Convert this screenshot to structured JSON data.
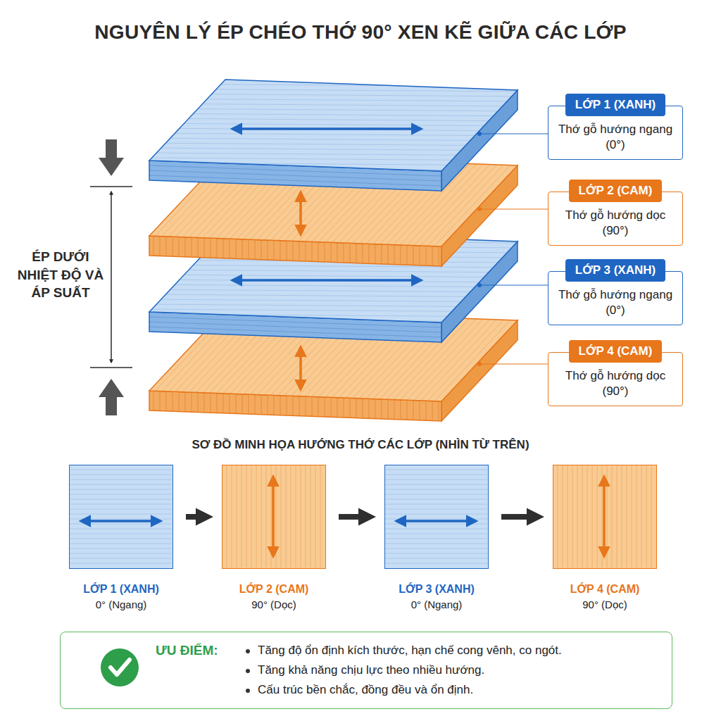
{
  "diagram": {
    "title": "NGUYÊN LÝ ÉP CHÉO THỚ 90° XEN KẼ GIỮA CÁC LỚP",
    "nodes": [
      {
        "text": [
          "LỚP 1 (XANH)",
          "Thớ gỗ hướng ngang (0°)"
        ]
      },
      {
        "text": [
          "LỚP 2 (CAM)",
          "Thớ gỗ hướng dọc (90°)"
        ]
      },
      {
        "text": [
          "LỚP 3 (XANH)",
          "Thớ gỗ hướng ngang (0°)"
        ]
      },
      {
        "text": [
          "LỚP 4 (CAM)",
          "Thớ gỗ hướng dọc (90°)"
        ]
      },
      {
        "text": [
          "LỚP 1 (XANH)",
          "0° (Ngang)"
        ]
      },
      {
        "text": [
          "LỚP 2 (CAM)",
          "90° (Dọc)"
        ]
      },
      {
        "text": [
          "LỚP 3 (XANH)",
          "0° (Ngang)"
        ]
      },
      {
        "text": [
          "LỚP 4 (CAM)",
          "90° (Dọc)"
        ]
      },
      {
        "text": [
          "ƯU ĐIỂM:",
          "Tăng độ ổn định kích thước, hạn chế cong vênh, co ngót.",
          "Tăng khả năng chịu lực theo nhiều hướng.",
          "Cấu trúc bền chắc, đồng đều và ổn định."
        ]
      }
    ],
    "edges": [
      {
        "from": 4,
        "to": 5,
        "arrow": "to"
      },
      {
        "from": 5,
        "to": 6,
        "arrow": "to"
      },
      {
        "from": 6,
        "to": 7,
        "arrow": "to"
      }
    ],
    "labels": [
      "ÉP DƯỚI NHIỆT ĐỘ VÀ ÁP SUẤT",
      "SƠ ĐỒ MINH HỌA HƯỚNG THỚ CÁC LỚP (NHÌN TỪ TRÊN)"
    ]
  }
}
